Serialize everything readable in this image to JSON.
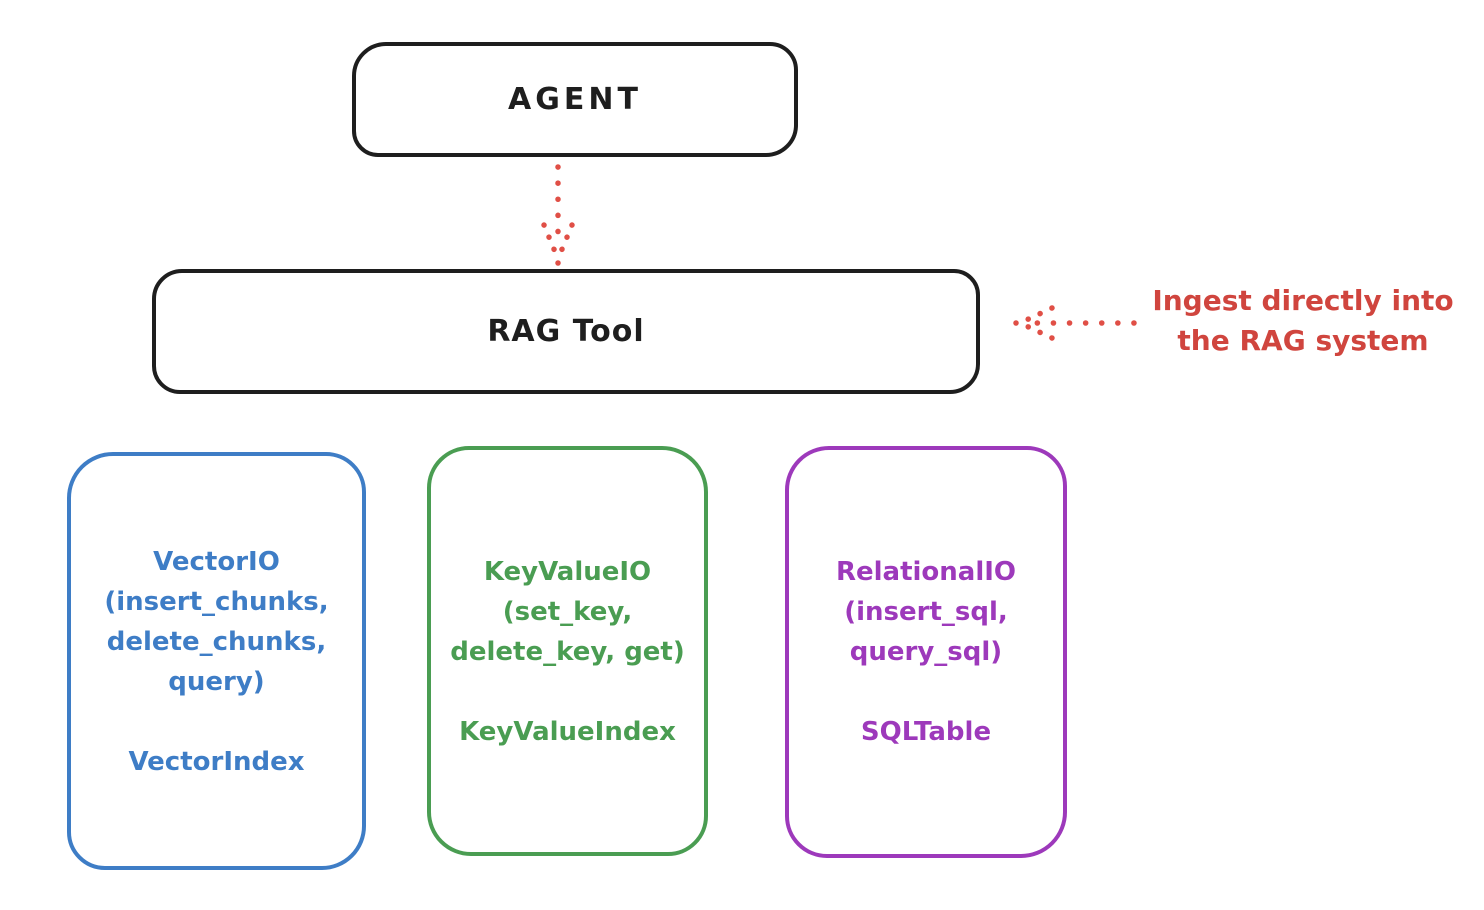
{
  "diagram": {
    "agent": {
      "label": "AGENT"
    },
    "rag_tool": {
      "label": "RAG Tool"
    },
    "annotation": {
      "line1": "Ingest directly into",
      "line2": "the RAG system",
      "color": "#d0453e"
    },
    "arrows": [
      {
        "name": "agent-to-rag-tool",
        "style": "dotted",
        "direction": "down",
        "color": "#e04f46"
      },
      {
        "name": "annotation-to-rag-tool",
        "style": "dotted",
        "direction": "left",
        "color": "#e04f46"
      }
    ],
    "backends": [
      {
        "title": "VectorIO",
        "method_lines": [
          "VectorIO",
          "(insert_chunks,",
          "delete_chunks,",
          "query)"
        ],
        "index_label": "VectorIndex",
        "color": "#3e7dc6"
      },
      {
        "title": "KeyValueIO",
        "method_lines": [
          "KeyValueIO",
          "(set_key,",
          "delete_key, get)"
        ],
        "index_label": "KeyValueIndex",
        "color": "#4a9d52"
      },
      {
        "title": "RelationalIO",
        "method_lines": [
          "RelationalIO",
          "(insert_sql,",
          "query_sql)"
        ],
        "index_label": "SQLTable",
        "color": "#9d39bb"
      }
    ]
  },
  "colors": {
    "stroke": "#1e1e1e",
    "background": "#ffffff",
    "red": "#d0453e",
    "blue": "#3e7dc6",
    "green": "#4a9d52",
    "purple": "#9d39bb"
  }
}
